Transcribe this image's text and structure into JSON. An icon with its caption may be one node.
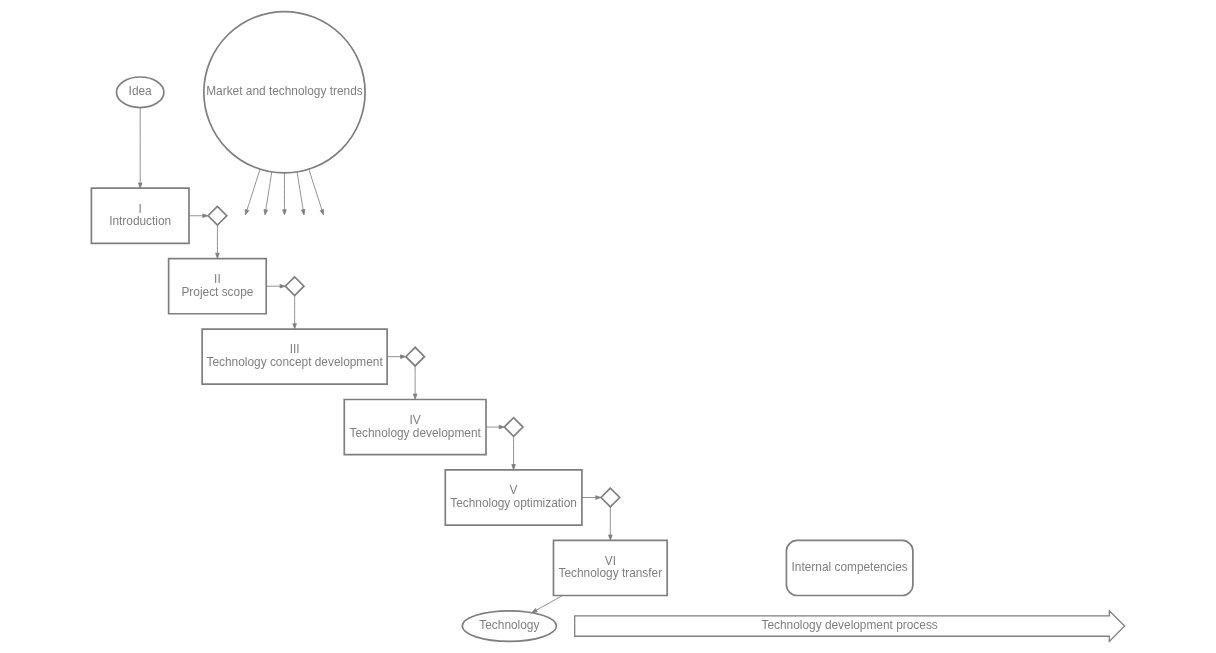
{
  "diagram": {
    "nodes": [
      {
        "text": [
          "Idea"
        ]
      },
      {
        "text": [
          "I",
          "Introduction"
        ]
      },
      {
        "text": [],
        "shape": "diamond"
      },
      {
        "text": [
          "II",
          "Project scope"
        ]
      },
      {
        "text": [],
        "shape": "diamond"
      },
      {
        "text": [
          "III",
          "Technology concept development"
        ]
      },
      {
        "text": [],
        "shape": "diamond"
      },
      {
        "text": [
          "IV",
          "Technology development"
        ]
      },
      {
        "text": [],
        "shape": "diamond"
      },
      {
        "text": [
          "V",
          "Technology optimization"
        ]
      },
      {
        "text": [],
        "shape": "diamond"
      },
      {
        "text": [
          "VI",
          "Technology transfer"
        ]
      },
      {
        "text": [
          "Technology"
        ]
      },
      {
        "text": [
          "Market and technology trends"
        ]
      },
      {
        "text": [
          "Internal competencies"
        ]
      },
      {
        "text": [
          "Technology development process"
        ]
      }
    ],
    "edges": [
      {
        "from": 0,
        "to": 1,
        "arrow": "to"
      },
      {
        "from": 1,
        "to": 2,
        "arrow": "to"
      },
      {
        "from": 2,
        "to": 3,
        "arrow": "to"
      },
      {
        "from": 3,
        "to": 4,
        "arrow": "to"
      },
      {
        "from": 4,
        "to": 5,
        "arrow": "to"
      },
      {
        "from": 5,
        "to": 6,
        "arrow": "to"
      },
      {
        "from": 6,
        "to": 7,
        "arrow": "to"
      },
      {
        "from": 7,
        "to": 8,
        "arrow": "to"
      },
      {
        "from": 8,
        "to": 9,
        "arrow": "to"
      },
      {
        "from": 9,
        "to": 10,
        "arrow": "to"
      },
      {
        "from": 10,
        "to": 11,
        "arrow": "to"
      },
      {
        "from": 11,
        "to": 12,
        "arrow": "to"
      },
      {
        "from": 13,
        "to": null,
        "arrow": "to"
      },
      {
        "from": 13,
        "to": null,
        "arrow": "to"
      },
      {
        "from": 13,
        "to": null,
        "arrow": "to"
      },
      {
        "from": 13,
        "to": null,
        "arrow": "to"
      },
      {
        "from": 13,
        "to": null,
        "arrow": "to"
      }
    ]
  }
}
